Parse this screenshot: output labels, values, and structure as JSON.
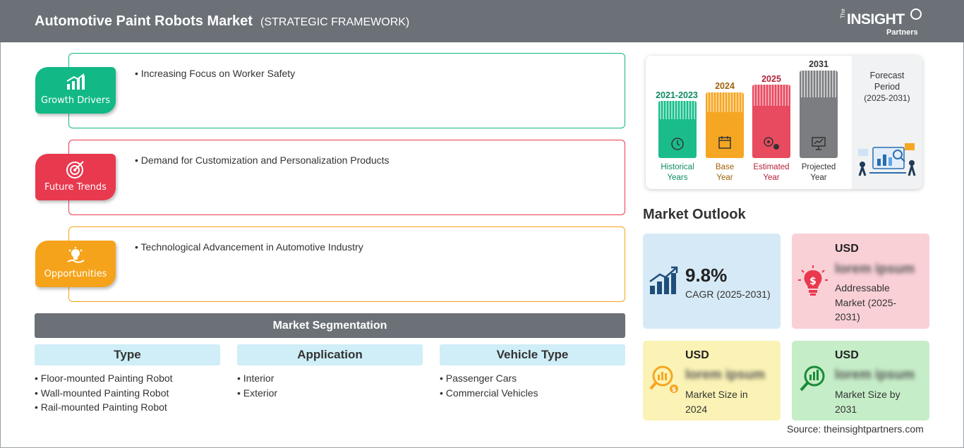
{
  "header": {
    "title": "Automotive Paint Robots Market",
    "subtitle": "(STRATEGIC FRAMEWORK)",
    "logo_the": "The",
    "logo_insight": "INSIGHT",
    "logo_partners": "Partners"
  },
  "framework": [
    {
      "tag": "Growth Drivers",
      "bullet": "• Increasing Focus on Worker Safety",
      "color": "#12b886",
      "icon": "bar-chart-growth-icon"
    },
    {
      "tag": "Future Trends",
      "bullet": "• Demand for Customization and Personalization Products",
      "color": "#e8394f",
      "icon": "target-icon"
    },
    {
      "tag": "Opportunities",
      "bullet": "• Technological Advancement in Automotive Industry",
      "color": "#f5a31a",
      "icon": "lightbulb-hand-icon"
    }
  ],
  "segmentation": {
    "title": "Market Segmentation",
    "columns": [
      {
        "head": "Type",
        "items": [
          "Floor-mounted Painting Robot",
          "Wall-mounted Painting Robot",
          "Rail-mounted Painting Robot"
        ]
      },
      {
        "head": "Application",
        "items": [
          "Interior",
          "Exterior"
        ]
      },
      {
        "head": "Vehicle Type",
        "items": [
          "Passenger Cars",
          "Commercial Vehicles"
        ]
      }
    ]
  },
  "timeline": {
    "periods": [
      {
        "year": "2021-2023",
        "caption_1": "Historical",
        "caption_2": "Years",
        "color": "#1abc8c",
        "text_color": "#0e8a64",
        "icon": "history-clock-icon"
      },
      {
        "year": "2024",
        "caption_1": "Base",
        "caption_2": "Year",
        "color": "#f5a623",
        "text_color": "#a0620a",
        "icon": "calendar-icon"
      },
      {
        "year": "2025",
        "caption_1": "Estimated",
        "caption_2": "Year",
        "color": "#e84a5f",
        "text_color": "#b3243a",
        "icon": "gear-money-icon"
      },
      {
        "year": "2031",
        "caption_1": "Projected",
        "caption_2": "Year",
        "color": "#7b7d80",
        "text_color": "#333333",
        "icon": "presentation-chart-icon"
      }
    ],
    "forecast_label_1": "Forecast",
    "forecast_label_2": "Period",
    "forecast_range": "(2025-2031)"
  },
  "outlook": {
    "title": "Market Outlook",
    "cagr_value": "9.8%",
    "cagr_label": "CAGR (2025-2031)",
    "addressable_usd": "USD",
    "addressable_blur": "lorem ipsum",
    "addressable_label_1": "Addressable",
    "addressable_label_2": "Market (2025-",
    "addressable_label_3": "2031)",
    "size2024_usd": "USD",
    "size2024_blur": "lorem ipsum",
    "size2024_label_1": "Market Size in",
    "size2024_label_2": "2024",
    "size2031_usd": "USD",
    "size2031_blur": "lorem ipsum",
    "size2031_label_1": "Market Size by",
    "size2031_label_2": "2031"
  },
  "source": "Source: theinsightpartners.com"
}
